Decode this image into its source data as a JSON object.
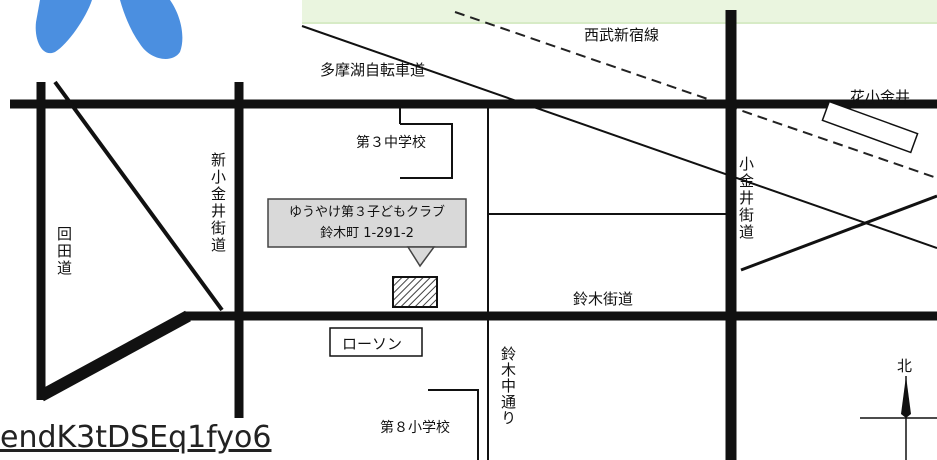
{
  "map": {
    "railway": "西武新宿線",
    "bike_road": "多摩湖自転車道",
    "station": "花小金井",
    "school_jhs": "第３中学校",
    "school_es": "第８小学校",
    "store": "ローソン",
    "callout": {
      "line1": "ゆうやけ第３子どもクラブ",
      "line2": "鈴木町 1-291-2"
    },
    "roads": {
      "kaido_suzuki": "鈴木街道",
      "kaido_koganei": "小金井街道",
      "kaido_shinkoganei": "新小金井街道",
      "kaido_kaiden": "回田道",
      "dori_suzukinaka": "鈴木中通り"
    },
    "compass_north": "北"
  },
  "link_text": "endK3tDSEq1fyo6",
  "colors": {
    "accent_green": "#eaf5df",
    "blob_blue": "#4b8fe0",
    "road": "#111111",
    "paper": "#ffffff"
  }
}
